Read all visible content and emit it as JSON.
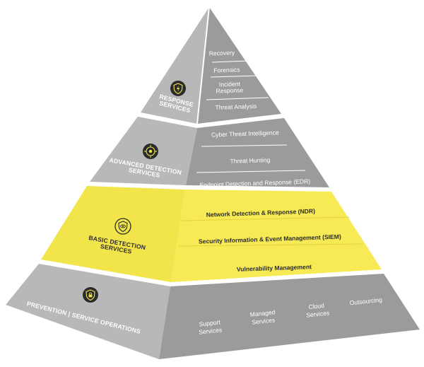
{
  "colors": {
    "left_face": "#b8b8b8",
    "right_face": "#9b9b9b",
    "highlight_left": "#f2e44b",
    "highlight_right": "#f7ea55",
    "divider": "#ffffff",
    "icon_fill": "#2b2b2b",
    "icon_accent": "#f2e44b"
  },
  "tiers": {
    "response": {
      "title_line1": "RESPONSE",
      "title_line2": "SERVICES",
      "icon": "shield-lightning-icon",
      "items": [
        "Recovery",
        "Forensics",
        "Incident",
        "Response",
        "Threat Analysis"
      ]
    },
    "advanced": {
      "title_line1": "ADVANCED DETECTION",
      "title_line2": "SERVICES",
      "icon": "target-eye-icon",
      "items": [
        "Cyber Threat Intelligence",
        "Threat Hunting",
        "Endpoint Detection and Response (EDR)"
      ]
    },
    "basic": {
      "title_line1": "BASIC DETECTION",
      "title_line2": "SERVICES",
      "icon": "shield-eye-icon",
      "items": [
        "Network Detection & Response (NDR)",
        "Security Information & Event Management (SIEM)",
        "Vulnerability Management"
      ]
    },
    "prevention": {
      "title": "PREVENTION | SERVICE OPERATIONS",
      "icon": "shield-lock-icon",
      "items": [
        "Support",
        "Services",
        "Managed",
        "Services",
        "Cloud",
        "Services",
        "Outsourcing"
      ]
    }
  }
}
